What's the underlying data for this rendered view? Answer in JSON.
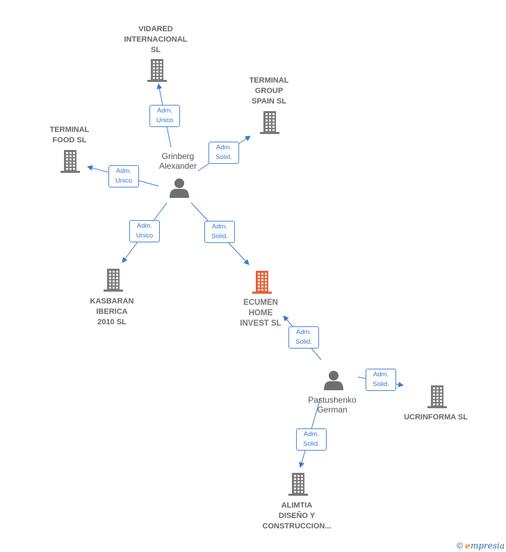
{
  "colors": {
    "edge": "#3a79d0",
    "building": "#7a7a7a",
    "building_main": "#e8613a",
    "person": "#6f6f6f"
  },
  "people": [
    {
      "id": "p1",
      "name": "Grinberg\nAlexander"
    },
    {
      "id": "p2",
      "name": "Pastushenko\nGerman"
    }
  ],
  "companies": [
    {
      "id": "c_vidared",
      "name": "VIDARED\nINTERNACIONAL\nSL"
    },
    {
      "id": "c_terminal_group",
      "name": "TERMINAL\nGROUP\nSPAIN SL"
    },
    {
      "id": "c_terminal_food",
      "name": "TERMINAL\nFOOD  SL"
    },
    {
      "id": "c_kasbaran",
      "name": "KASBARAN\nIBERICA\n2010 SL"
    },
    {
      "id": "c_ecumen",
      "name": "ECUMEN\nHOME\nINVEST  SL",
      "main": true
    },
    {
      "id": "c_ucrinforma",
      "name": "UCRINFORMA SL"
    },
    {
      "id": "c_alimtia",
      "name": "ALIMTIA\nDISEÑO Y\nCONSTRUCCION..."
    }
  ],
  "relations": [
    {
      "from": "p1",
      "to": "c_vidared",
      "role": "Adm.\nUnico"
    },
    {
      "from": "p1",
      "to": "c_terminal_group",
      "role": "Adm.\nSolid."
    },
    {
      "from": "p1",
      "to": "c_terminal_food",
      "role": "Adm.\nUnico"
    },
    {
      "from": "p1",
      "to": "c_kasbaran",
      "role": "Adm.\nUnico"
    },
    {
      "from": "p1",
      "to": "c_ecumen",
      "role": "Adm.\nSolid."
    },
    {
      "from": "p2",
      "to": "c_ecumen",
      "role": "Adm.\nSolid."
    },
    {
      "from": "p2",
      "to": "c_ucrinforma",
      "role": "Adm.\nSolid."
    },
    {
      "from": "p2",
      "to": "c_alimtia",
      "role": "Adm.\nSolid."
    }
  ],
  "footer": {
    "copyright": "©",
    "brand_first": "e",
    "brand_rest": "mpresia"
  }
}
